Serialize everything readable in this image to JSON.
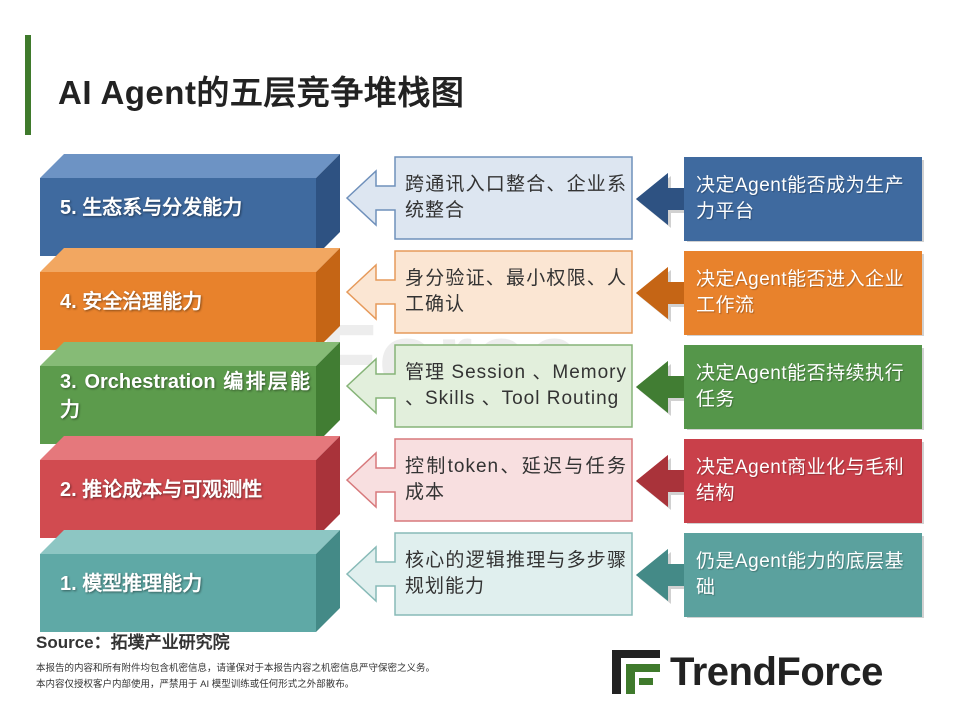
{
  "title": "AI Agent的五层竞争堆栈图",
  "watermark": "TrendForce",
  "layers": [
    {
      "label": "5. 生态系与分发能力",
      "description": "跨通讯入口整合、企业系统整合",
      "impact": "决定Agent能否成为生产力平台",
      "colors": {
        "front": "#3f6a9f",
        "top": "#6d93c4",
        "side": "#2e5282",
        "box_fill": "#dde6f1",
        "box_stroke": "#6f90bb",
        "impact_fill": "#3f6a9f",
        "arrow": "#2e5282"
      }
    },
    {
      "label": "4. 安全治理能力",
      "description": "身分验证、最小权限、人工确认",
      "impact": "决定Agent能否进入企业工作流",
      "colors": {
        "front": "#e8822c",
        "top": "#f2a761",
        "side": "#c56515",
        "box_fill": "#fbe6d3",
        "box_stroke": "#e69a5b",
        "impact_fill": "#e8822c",
        "arrow": "#c56515"
      }
    },
    {
      "label": "3. Orchestration 编排层能力",
      "description": "管理 Session 、Memory 、Skills 、Tool Routing",
      "impact": "决定Agent能否持续执行任务",
      "colors": {
        "front": "#5c9b4c",
        "top": "#86bb76",
        "side": "#417d33",
        "box_fill": "#e2efdc",
        "box_stroke": "#86b478",
        "impact_fill": "#55964a",
        "arrow": "#417d33"
      }
    },
    {
      "label": "2. 推论成本与可观测性",
      "description": "控制token、延迟与任务成本",
      "impact": "决定Agent商业化与毛利结构",
      "colors": {
        "front": "#d14b50",
        "top": "#e5787c",
        "side": "#a9333a",
        "box_fill": "#f8dfe0",
        "box_stroke": "#d7797c",
        "impact_fill": "#c9404a",
        "arrow": "#a9333a"
      }
    },
    {
      "label": "1. 模型推理能力",
      "description": "核心的逻辑推理与多步骤规划能力",
      "impact": "仍是Agent能力的底层基础",
      "colors": {
        "front": "#5fa9a6",
        "top": "#8dc6c3",
        "side": "#448a87",
        "box_fill": "#e0efee",
        "box_stroke": "#87bab7",
        "impact_fill": "#5ba19e",
        "arrow": "#448a87"
      }
    }
  ],
  "source": "Source：拓墣产业研究院",
  "disclaimer": [
    "本报告的内容和所有附件均包含机密信息，请谨保对于本报告内容之机密信息严守保密之义务。",
    "本内容仅授权客户内部使用，严禁用于 AI 模型训练或任何形式之外部散布。"
  ],
  "logo": {
    "text": "TrendForce",
    "mark_color": "#3f7a2c"
  }
}
